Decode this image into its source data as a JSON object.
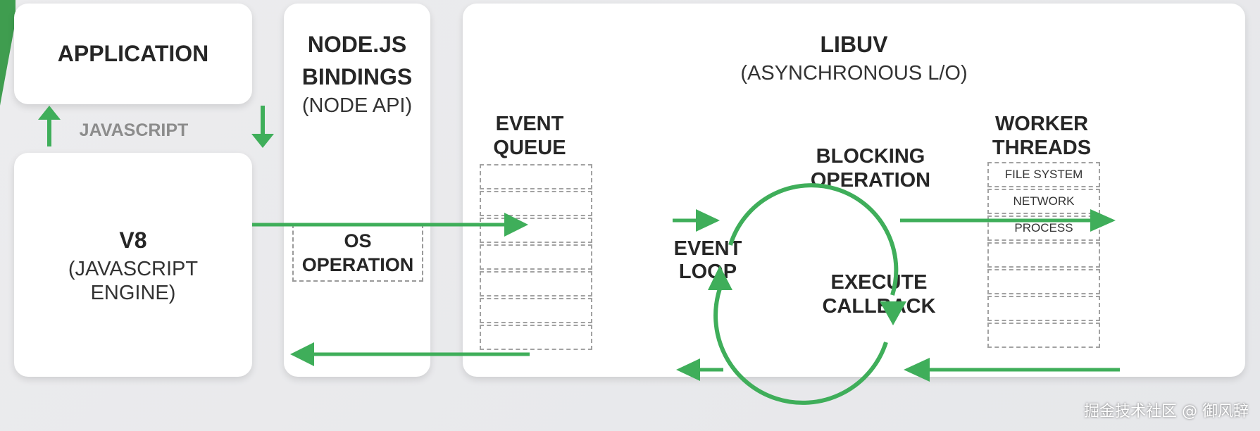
{
  "colors": {
    "accent_green": "#3fae5a",
    "card_bg": "#ffffff",
    "background": "#e9e9ec",
    "dash": "#a2a2a2"
  },
  "application": {
    "title": "APPLICATION"
  },
  "javascript_label": "JAVASCRIPT",
  "v8": {
    "title": "V8",
    "subtitle_line1": "(JAVASCRIPT",
    "subtitle_line2": "ENGINE)"
  },
  "bindings": {
    "title_line1": "NODE.JS",
    "title_line2": "BINDINGS",
    "subtitle": "(NODE API)",
    "os_operation_line1": "OS",
    "os_operation_line2": "OPERATION"
  },
  "libuv": {
    "title": "LIBUV",
    "subtitle": "(ASYNCHRONOUS L/O)",
    "event_queue_line1": "EVENT",
    "event_queue_line2": "QUEUE",
    "event_loop_line1": "EVENT",
    "event_loop_line2": "LOOP",
    "blocking_line1": "BLOCKING",
    "blocking_line2": "OPERATION",
    "execute_line1": "EXECUTE",
    "execute_line2": "CALLBACK",
    "worker_line1": "WORKER",
    "worker_line2": "THREADS",
    "worker_items": [
      "FILE SYSTEM",
      "NETWORK",
      "PROCESS"
    ]
  },
  "icons": {
    "arrow_up": "arrow-up-icon",
    "arrow_down": "arrow-down-icon",
    "arrow_right": "arrow-right-icon",
    "arrow_left": "arrow-left-icon",
    "event_loop_cycle": "cycle-icon"
  },
  "watermark": "掘金技术社区 @ 御风辞"
}
